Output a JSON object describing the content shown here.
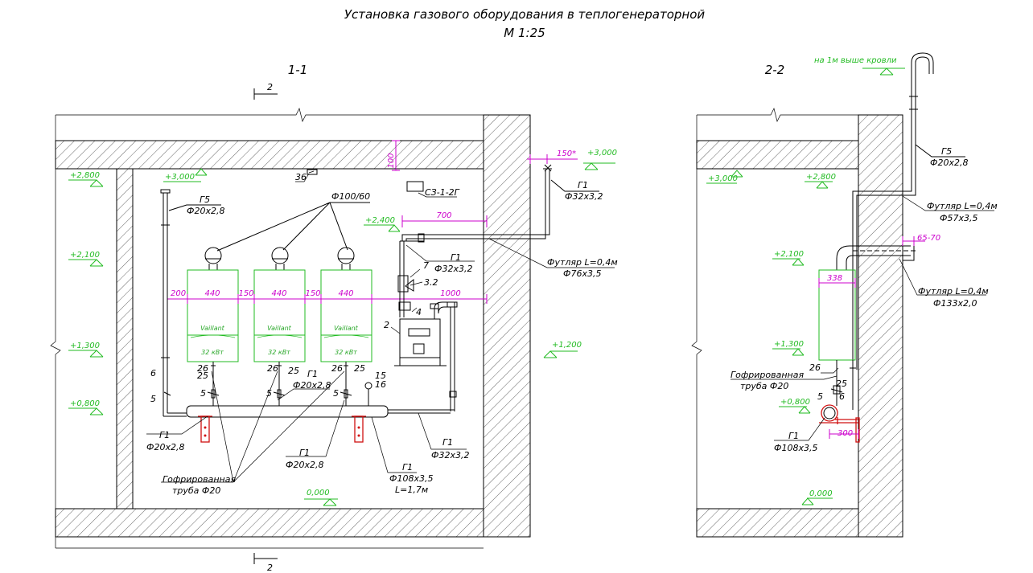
{
  "title": {
    "line1": "Установка газового оборудования в теплогенераторной",
    "line2": "М 1:25"
  },
  "views": {
    "section_1": "1-1",
    "section_2": "2-2",
    "cut_mark": "2"
  },
  "levels_1": [
    "+2,800",
    "+3,000",
    "+2,100",
    "+1,300",
    "+0,800",
    "+2,400",
    "+3,000",
    "+1,200",
    "0,000"
  ],
  "levels_2": [
    "на 1м выше кровли",
    "+3,000",
    "+2,800",
    "+2,100",
    "+1,300",
    "+0,800",
    "0,000"
  ],
  "pipes_1": {
    "g5": [
      "Г5",
      "Ф20х2,8"
    ],
    "g1_top": [
      "Г1",
      "Ф32х3,2"
    ],
    "g1_meter": [
      "Г1",
      "Ф32х3,2"
    ],
    "sleeve": [
      "Футляр L=0,4м",
      "Ф76х3,5"
    ],
    "g1_left": [
      "Г1",
      "Ф20х2,8"
    ],
    "g1_mid_top": [
      "Г1",
      "Ф20х2,8"
    ],
    "g1_mid_bottom": [
      "Г1",
      "Ф20х2,8"
    ],
    "g1_header": [
      "Г1",
      "Ф108х3,5",
      "L=1,7м"
    ],
    "g1_right": [
      "Г1",
      "Ф32х3,2"
    ],
    "corrugated": [
      "Гофрированная",
      "труба Ф20"
    ],
    "flue": "Ф100/60",
    "sensor": "СЗ-1-2Г"
  },
  "pipes_2": {
    "g5": [
      "Г5",
      "Ф20х2,8"
    ],
    "sleeve_57": [
      "Футляр L=0,4м",
      "Ф57х3,5"
    ],
    "sleeve_133": [
      "Футляр L=0,4м",
      "Ф133х2,0"
    ],
    "g1": [
      "Г1",
      "Ф108х3,5"
    ],
    "corrugated": [
      "Гофрированная",
      "труба Ф20"
    ]
  },
  "dimensions_1": [
    "200",
    "440",
    "150",
    "440",
    "150",
    "440",
    "1000",
    "700",
    "150*",
    "100"
  ],
  "dimensions_2": [
    "338",
    "65-70",
    "300"
  ],
  "boiler": {
    "brand": "Vaillant",
    "power": "32 кВт"
  },
  "callouts_1": [
    "36",
    "7",
    "3.2",
    "4",
    "2",
    "6",
    "5",
    "26",
    "25",
    "5",
    "26",
    "25",
    "5",
    "26",
    "25",
    "5",
    "15",
    "16"
  ],
  "callouts_2": [
    "26",
    "25",
    "5",
    "6"
  ],
  "colors": {
    "levels": "#22bb22",
    "dimensions": "#cc00cc",
    "supports": "#d01010"
  }
}
